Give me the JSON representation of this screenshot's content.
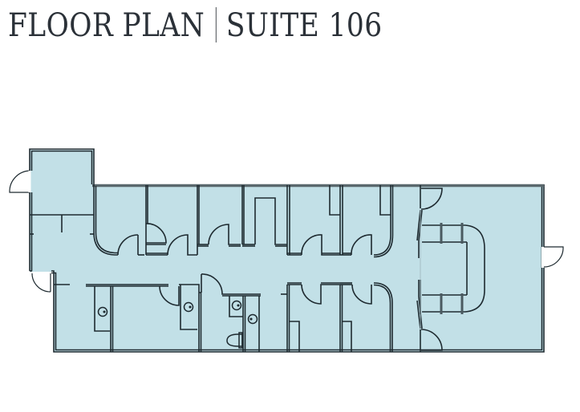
{
  "title": {
    "left": "FLOOR PLAN",
    "right": "SUITE 106"
  },
  "colors": {
    "floor_fill": "#c2e0e7",
    "wall_stroke": "#1e2a30",
    "wall_thick": "#4a5a60",
    "title_text": "#2b3138"
  },
  "plan": {
    "suite": "SUITE 106",
    "exterior_doors": 3,
    "restroom_fixtures": [
      "sink",
      "sink",
      "sink",
      "sink",
      "toilet"
    ]
  }
}
